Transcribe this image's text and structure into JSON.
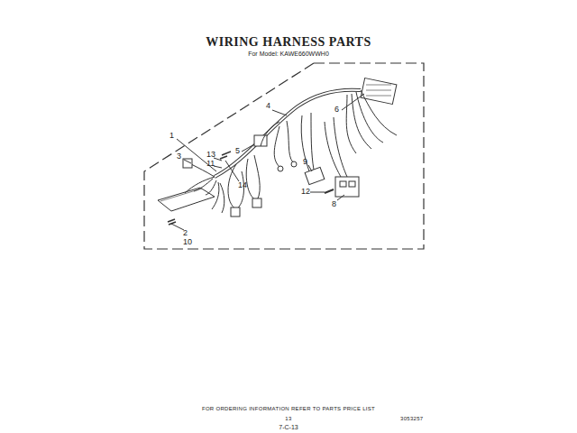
{
  "diagram": {
    "title": "WIRING HARNESS PARTS",
    "labels": [
      "For Model: KAWE660WWH0",
      "1",
      "3",
      "13",
      "11",
      "14",
      "5",
      "4",
      "6",
      "9",
      "8",
      "12",
      "2",
      "10",
      "FOR ORDERING INFORMATION REFER TO PARTS PRICE LIST",
      "13",
      "3053257",
      "7-C-13"
    ]
  }
}
